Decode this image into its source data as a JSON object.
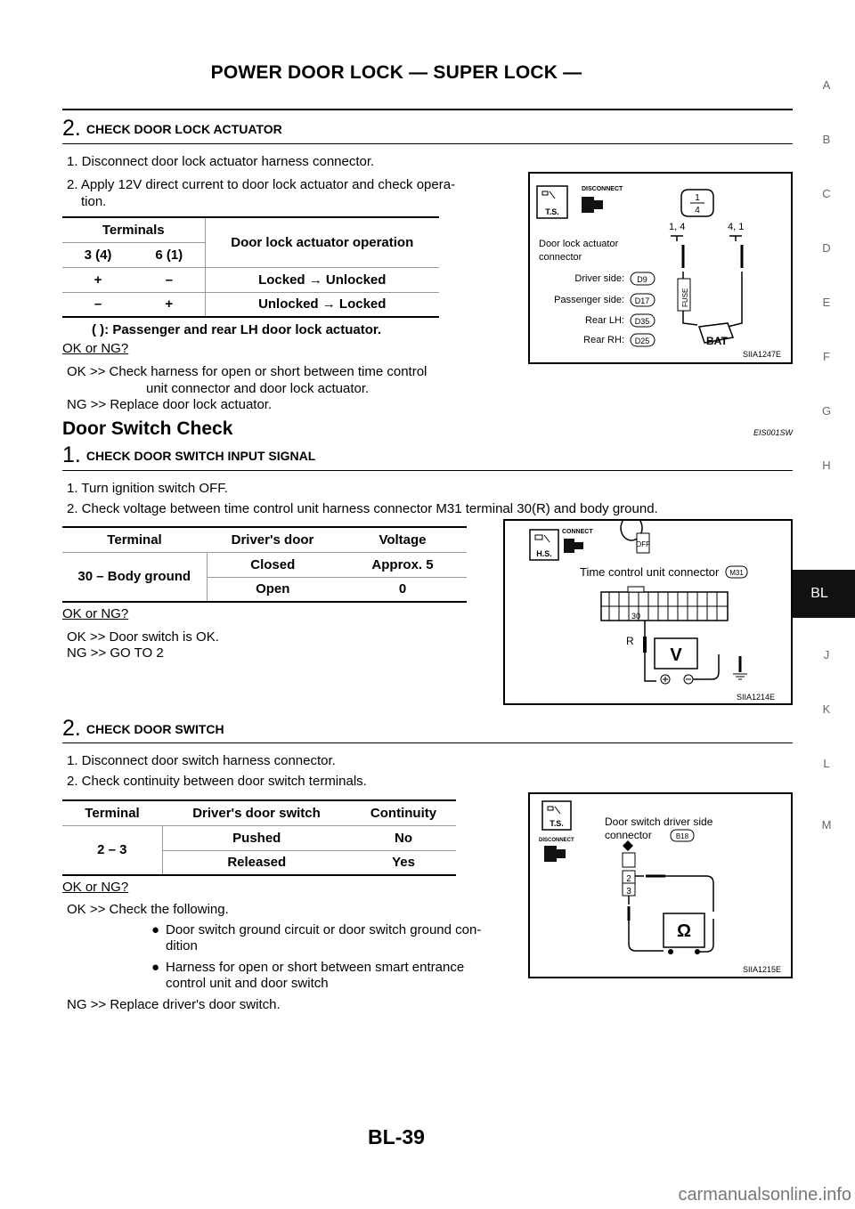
{
  "header": {
    "title": "POWER DOOR LOCK — SUPER LOCK —"
  },
  "side_tabs": [
    "A",
    "B",
    "C",
    "D",
    "E",
    "F",
    "G",
    "H",
    "BL",
    "J",
    "K",
    "L",
    "M"
  ],
  "step_a": {
    "num": "2.",
    "title": "CHECK DOOR LOCK ACTUATOR",
    "line1": "1. Disconnect door lock actuator harness connector.",
    "line2a": "2. Apply 12V direct current to door lock actuator and check opera-",
    "line2b": "tion.",
    "table": {
      "h_terminals": "Terminals",
      "h_op": "Door lock actuator operation",
      "h_c1": "3 (4)",
      "h_c2": "6 (1)",
      "rows": [
        {
          "a": "+",
          "b": "–",
          "op": "Locked → Unlocked"
        },
        {
          "a": "–",
          "b": "+",
          "op": "Unlocked → Locked"
        }
      ]
    },
    "note": "( ): Passenger and rear LH door lock actuator.",
    "okng": "OK or NG?",
    "ok1": "OK    >> Check harness for open or short between time control",
    "ok2": "unit connector and door lock actuator.",
    "ng": "NG    >> Replace door lock actuator."
  },
  "fig1": {
    "ts": "T.S.",
    "disconnect": "DISCONNECT",
    "conn1": "Door lock actuator",
    "conn2": "connector",
    "driver": "Driver side:",
    "pass": "Passenger side:",
    "rlh": "Rear LH:",
    "rrh": "Rear RH:",
    "d_driver": "D9",
    "d_pass": "D17",
    "d_rlh": "D35",
    "d_rrh": "D25",
    "pin_top": "1",
    "pin_bot": "4",
    "term_left": "1, 4",
    "term_right": "4, 1",
    "fuse": "FUSE",
    "bat": "BAT",
    "code": "SIIA1247E"
  },
  "section": {
    "title": "Door Switch Check",
    "code": "EIS001SW"
  },
  "step_b": {
    "num": "1.",
    "title": "CHECK DOOR SWITCH INPUT SIGNAL",
    "line1": "1. Turn ignition switch OFF.",
    "line2": "2. Check voltage between time control unit harness connector M31 terminal 30(R) and body ground.",
    "table": {
      "h1": "Terminal",
      "h2": "Driver's door",
      "h3": "Voltage",
      "term": "30 – Body ground",
      "rows": [
        {
          "state": "Closed",
          "val": "Approx. 5"
        },
        {
          "state": "Open",
          "val": "0"
        }
      ]
    },
    "okng": "OK or NG?",
    "ok": "OK    >> Door switch is OK.",
    "ng": "NG    >> GO TO 2"
  },
  "fig2": {
    "hs": "H.S.",
    "connect": "CONNECT",
    "off": "OFF",
    "label": "Time control unit connector",
    "conn": "M31",
    "pin": "30",
    "wire": "R",
    "meter": "V",
    "code": "SIIA1214E"
  },
  "step_c": {
    "num": "2.",
    "title": "CHECK DOOR SWITCH",
    "line1": "1. Disconnect door switch harness connector.",
    "line2": "2. Check continuity between door switch terminals.",
    "table": {
      "h1": "Terminal",
      "h2": "Driver's door switch",
      "h3": "Continuity",
      "term": "2 – 3",
      "rows": [
        {
          "state": "Pushed",
          "val": "No"
        },
        {
          "state": "Released",
          "val": "Yes"
        }
      ]
    },
    "okng": "OK or NG?",
    "ok": "OK    >> Check the following.",
    "b1a": "Door switch ground circuit or door switch ground con-",
    "b1b": "dition",
    "b2a": "Harness for open or short between smart entrance",
    "b2b": "control unit and door switch",
    "ng": "NG    >> Replace driver's door switch."
  },
  "fig3": {
    "ts": "T.S.",
    "disconnect": "DISCONNECT",
    "label1": "Door switch driver side",
    "label2": "connector",
    "conn": "B18",
    "pin2": "2",
    "pin3": "3",
    "meter": "Ω",
    "code": "SIIA1215E"
  },
  "footer": {
    "page": "BL-39",
    "watermark": "carmanualsonline.info"
  }
}
